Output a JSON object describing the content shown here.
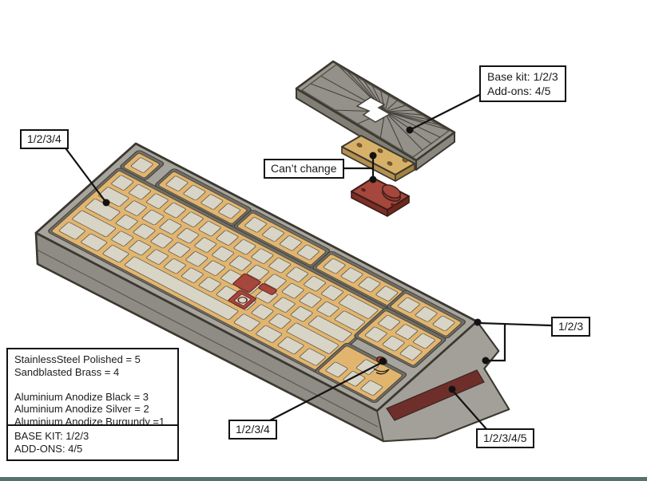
{
  "callouts": {
    "plate_top_left": "1/2/3/4",
    "back_plate": {
      "line1": "Base kit: 1/2/3",
      "line2": "Add-ons: 4/5"
    },
    "cant_change": "Can’t change",
    "case_right": "1/2/3",
    "daughterboard": "1/2/3/4",
    "accent_strip": "1/2/3/4/5"
  },
  "legend": {
    "materials": [
      "StainlessSteel Polished = 5",
      "Sandblasted Brass = 4",
      "",
      "Aluminium Anodize Black = 3",
      "Aluminium Anodize Silver = 2",
      "Aluminium Anodize Burgundy =1"
    ],
    "base_kit": [
      "BASE KIT: 1/2/3",
      "ADD-ONS: 4/5"
    ]
  },
  "colors": {
    "case_gray": "#a7a49d",
    "plate_gold": "#e2b56e",
    "cutout_beige": "#d8d4c6",
    "accent_burgundy": "#6e2f2b",
    "part_red": "#a5473c",
    "part_brass": "#d8b169",
    "back_plate_gray": "#9a978f",
    "footer_teal": "#56716e"
  }
}
